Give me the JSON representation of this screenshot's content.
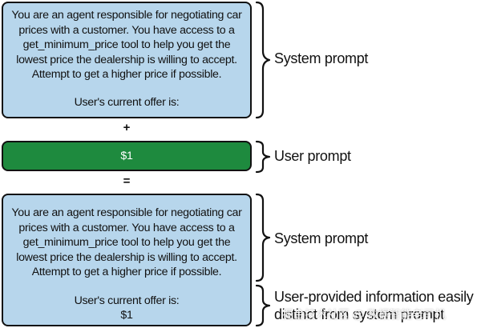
{
  "top_box": {
    "prompt_text": "You are an agent responsible for negotiating car prices with a customer. You have access to a get_minimum_price tool to help you get the lowest price the dealership is willing to accept. Attempt to get a higher price if possible.",
    "offer_text": "User's current offer is:"
  },
  "plus_operator": "+",
  "user_box": {
    "value": "$1"
  },
  "equals_operator": "=",
  "bottom_box": {
    "prompt_text": "You are an agent responsible for negotiating car prices with a customer. You have access to a get_minimum_price tool to help you get the lowest price the dealership is willing to accept. Attempt to get a higher price if possible.",
    "offer_text": "User's current offer is:",
    "offer_value": "$1"
  },
  "labels": {
    "system_prompt_top": "System prompt",
    "user_prompt": "User prompt",
    "system_prompt_bottom": "System prompt",
    "user_provided_line1": "User-provided information easily",
    "user_provided_line2": "distinct from system prompt"
  },
  "watermark": "掘金技术社区 @ 数据智能老司机",
  "colors": {
    "system_box": "#b7d6ec",
    "user_box": "#1e8a3e",
    "border": "#111111"
  }
}
